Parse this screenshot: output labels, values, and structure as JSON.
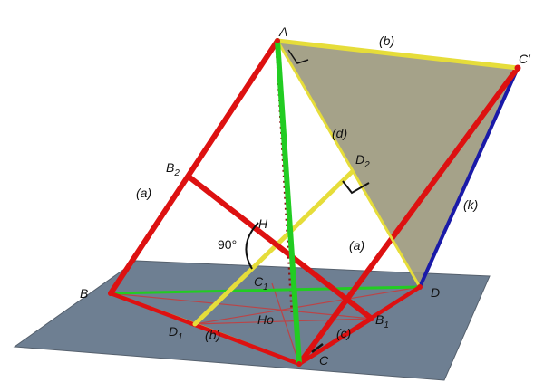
{
  "points": {
    "A": "A",
    "B": "B",
    "C": "C",
    "D": "D",
    "C_prime": "C′",
    "H": "H",
    "Ho": "Ho",
    "B2": "B",
    "B2_sub": "2",
    "D2": "D",
    "D2_sub": "2",
    "C1": "C",
    "C1_sub": "1",
    "D1": "D",
    "D1_sub": "1",
    "B1": "B",
    "B1_sub": "1"
  },
  "edge_labels": {
    "b_top": "(b)",
    "d": "(d)",
    "k": "(k)",
    "a_left": "(a)",
    "a_right": "(a)",
    "b_bottom": "(b)",
    "c": "(c)"
  },
  "angle_label": "90°",
  "colors": {
    "plane": "#6e7f92",
    "triangle": "#9d9a7f",
    "red": "#dd1111",
    "yellow": "#e6dd3a",
    "green": "#22cc22",
    "blue": "#1a1aa8",
    "dark_red": "#8a1515"
  }
}
